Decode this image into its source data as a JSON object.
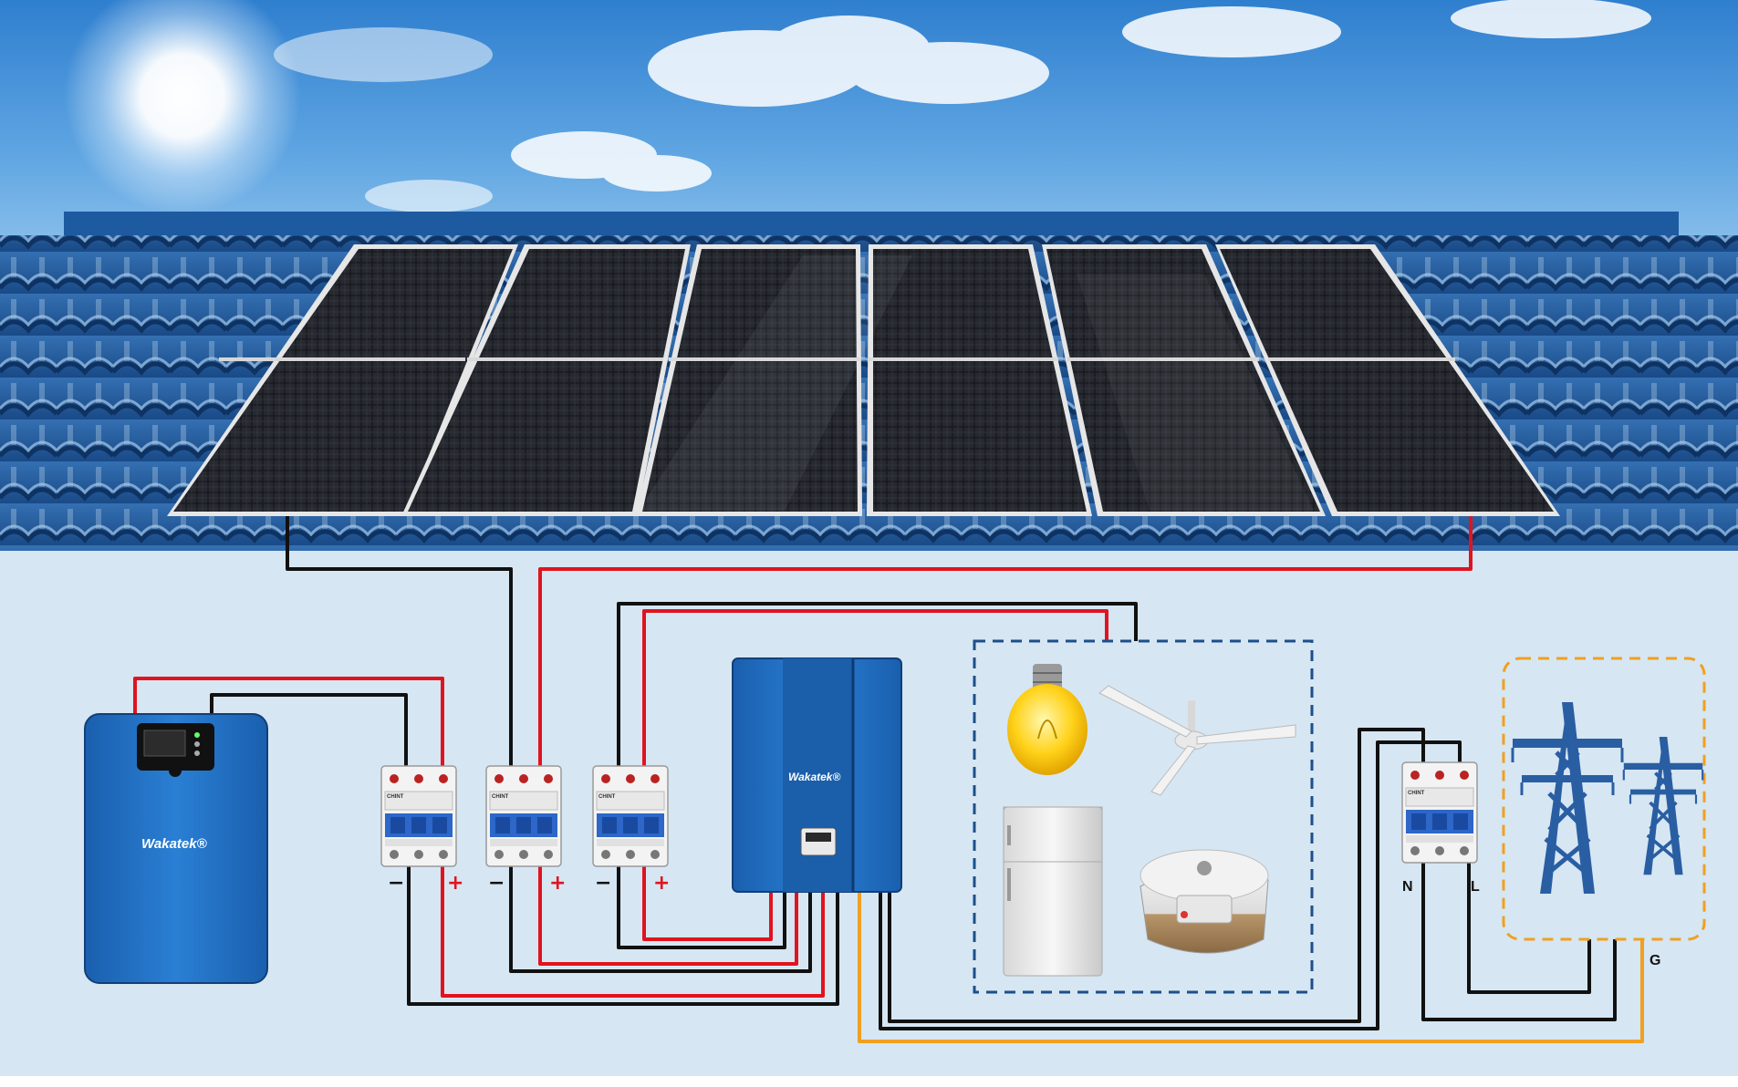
{
  "brand": "Wakatek®",
  "breaker_brand": "CHINT",
  "polarity": {
    "negative": "−",
    "positive": "+"
  },
  "grid_breaker_labels": {
    "neutral": "N",
    "live": "L"
  },
  "ground_label": "G",
  "colors": {
    "sky": "#4f95d8",
    "roof": "#2a63a8",
    "background": "#d6e6f3",
    "device_blue": "#1f6fc4",
    "wire_positive": "#e0141e",
    "wire_negative": "#111111",
    "wire_ground": "#f0a020",
    "loads_border": "#1c4f8a",
    "grid_border": "#f0a020"
  },
  "components": {
    "solar_panels": 6,
    "battery": "battery-pack",
    "dc_breakers": 3,
    "inverter": "hybrid-inverter",
    "ac_breaker": 1,
    "loads": [
      "light-bulb",
      "ceiling-fan",
      "refrigerator",
      "rice-cooker"
    ],
    "grid": [
      "transmission-tower",
      "transmission-tower-small"
    ]
  }
}
